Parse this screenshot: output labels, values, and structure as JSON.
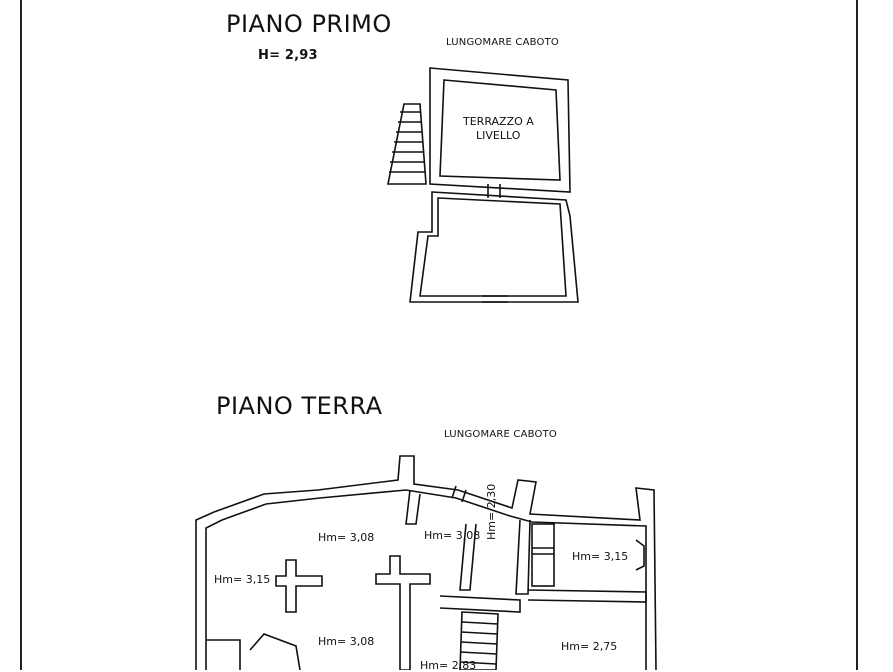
{
  "plan_first_floor": {
    "title": "PIANO PRIMO",
    "height_note": "H= 2,93",
    "street": "LUNGOMARE CABOTO",
    "room_terrace": "TERRAZZO A",
    "room_terrace_2": "LIVELLO"
  },
  "plan_ground_floor": {
    "title": "PIANO TERRA",
    "street": "LUNGOMARE CABOTO",
    "heights": {
      "room_left": "Hm= 3,15",
      "room_center_top": "Hm= 3,08",
      "room_center_right": "Hm= 3,08",
      "corridor": "Hm= 2,30",
      "room_right_top": "Hm= 3,15",
      "room_center_bottom": "Hm= 3,08",
      "room_right_bottom": "Hm= 2,75",
      "room_bottom_partial": "Hm= 2,83"
    }
  }
}
